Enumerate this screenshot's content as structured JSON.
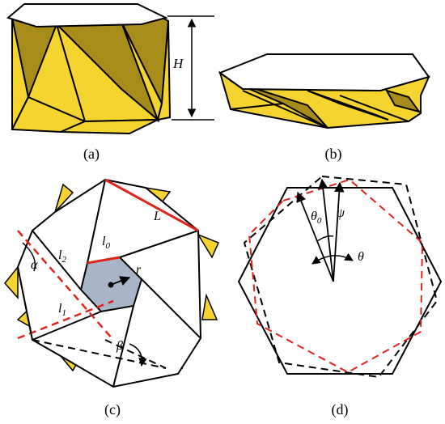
{
  "panels": {
    "a": {
      "caption": "(a)",
      "height_label": "H"
    },
    "b": {
      "caption": "(b)"
    },
    "c": {
      "caption": "(c)",
      "labels": {
        "L": "L",
        "l0": "l",
        "l0_sub": "0",
        "l1": "l",
        "l1_sub": "1",
        "l2": "l",
        "l2_sub": "2",
        "r": "r",
        "alpha": "α",
        "beta": "β"
      }
    },
    "d": {
      "caption": "(d)",
      "labels": {
        "theta0": "θ",
        "theta0_sub": "0",
        "psi": "ψ",
        "theta": "θ"
      }
    }
  },
  "colors": {
    "gold": "#F5D430",
    "dark_gold": "#A88C1A",
    "red": "#E0241C",
    "blue_gray": "#A8B4C8",
    "line": "#000000"
  }
}
